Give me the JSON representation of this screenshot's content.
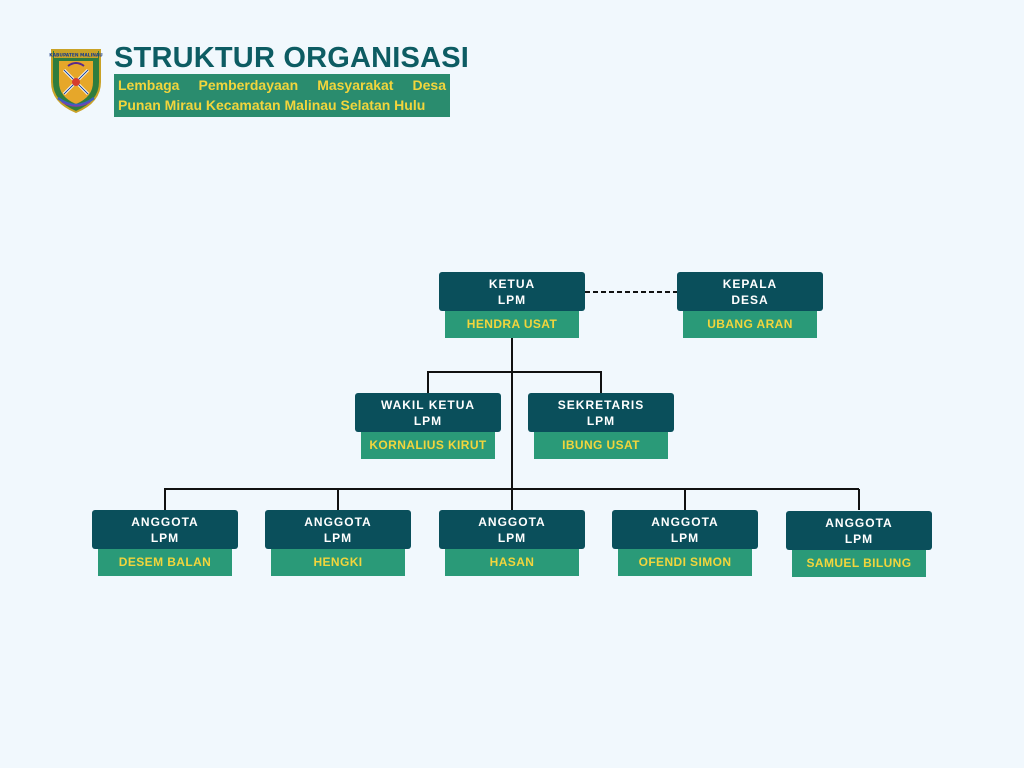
{
  "header": {
    "title": "STRUKTUR ORGANISASI",
    "subtitle_line1": "Lembaga Pemberdayaan Masyarakat Desa",
    "subtitle_line2": "Punan Mirau Kecamatan Malinau Selatan Hulu",
    "logo_icon": "regency-shield-emblem-icon",
    "logo_banner_text": "KABUPATEN MALINAU"
  },
  "colors": {
    "background": "#f1f8fd",
    "title": "#0d5c63",
    "role_box": "#0a4f5b",
    "name_box": "#2a9a78",
    "name_text": "#f2d53c",
    "connector": "#111111"
  },
  "org": {
    "ketua": {
      "role_line1": "KETUA",
      "role_line2": "LPM",
      "name": "HENDRA USAT"
    },
    "kepala_desa": {
      "role_line1": "KEPALA",
      "role_line2": "DESA",
      "name": "UBANG ARAN"
    },
    "wakil_ketua": {
      "role_line1": "WAKIL KETUA",
      "role_line2": "LPM",
      "name": "KORNALIUS KIRUT"
    },
    "sekretaris": {
      "role_line1": "SEKRETARIS",
      "role_line2": "LPM",
      "name": "IBUNG USAT"
    },
    "anggota": [
      {
        "role_line1": "ANGGOTA",
        "role_line2": "LPM",
        "name": "DESEM BALAN"
      },
      {
        "role_line1": "ANGGOTA",
        "role_line2": "LPM",
        "name": "HENGKI"
      },
      {
        "role_line1": "ANGGOTA",
        "role_line2": "LPM",
        "name": "HASAN"
      },
      {
        "role_line1": "ANGGOTA",
        "role_line2": "LPM",
        "name": "OFENDI SIMON"
      },
      {
        "role_line1": "ANGGOTA",
        "role_line2": "LPM",
        "name": "SAMUEL BILUNG"
      }
    ]
  }
}
